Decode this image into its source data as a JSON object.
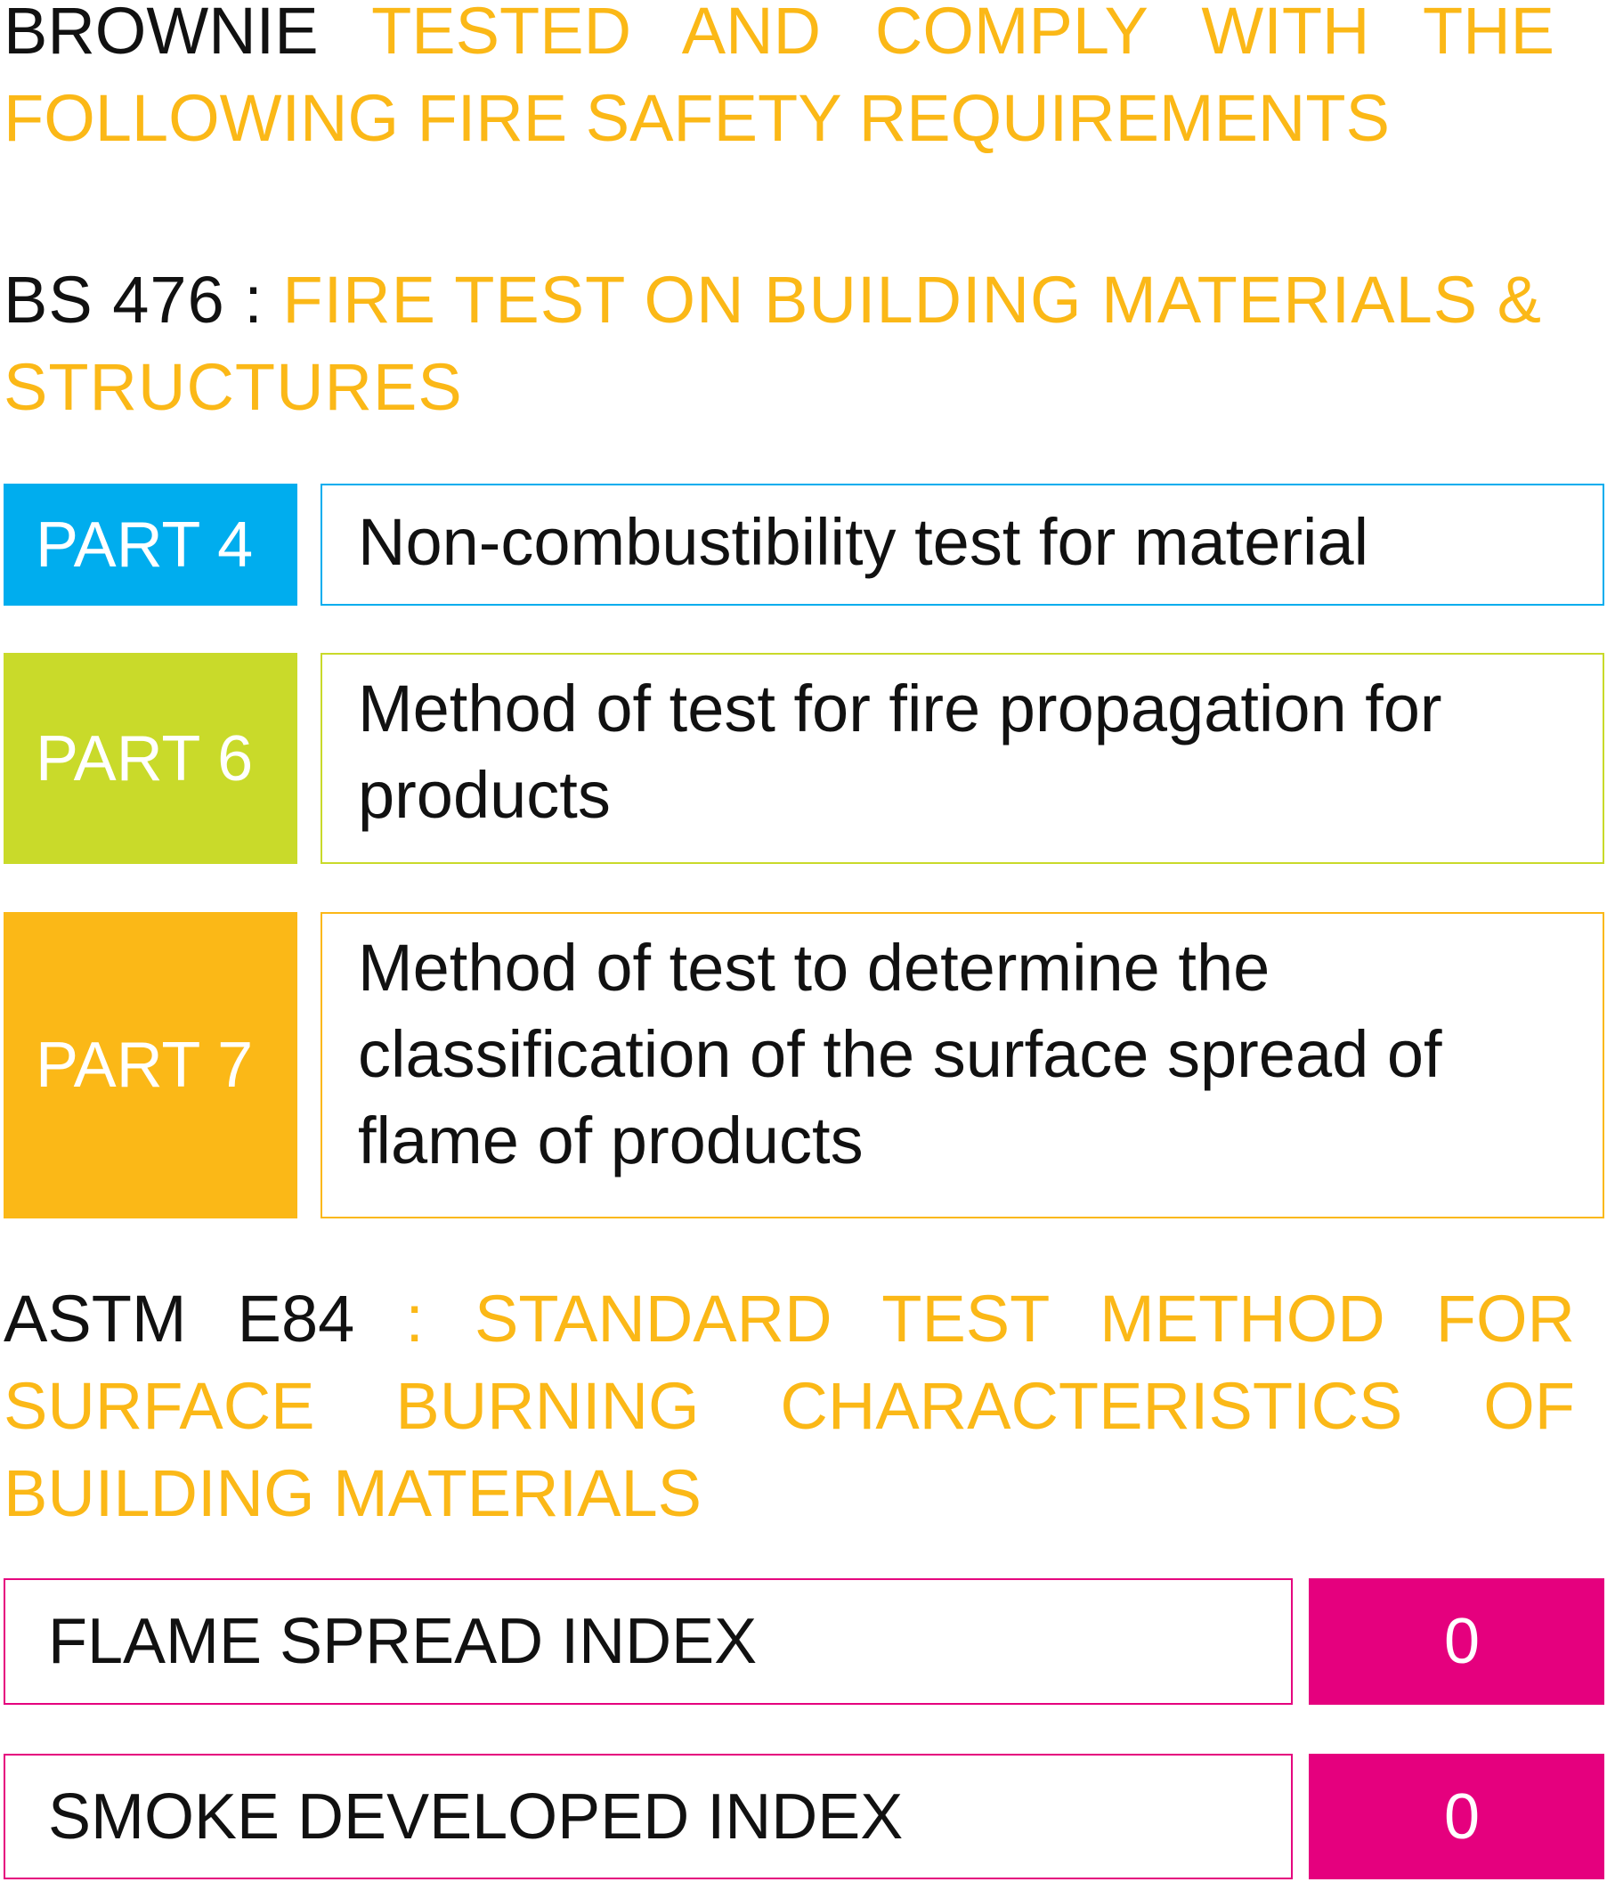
{
  "intro": {
    "brand": "BROWNIE",
    "text": "TESTED AND COMPLY WITH THE FOLLOWING FIRE SAFETY REQUIREMENTS"
  },
  "bs476": {
    "code": "BS 476 :",
    "title": "FIRE TEST ON BUILDING MATERIALS & STRUCTURES",
    "parts": [
      {
        "label": "PART 4",
        "description": "Non-combustibility test for material",
        "color": "#00adee"
      },
      {
        "label": "PART 6",
        "description": "Method of test for fire propagation for products",
        "color": "#c9da2a"
      },
      {
        "label": "PART 7",
        "description": "Method of test to determine the classification of the surface spread of flame of products",
        "color": "#fbb817"
      }
    ]
  },
  "astm": {
    "code": "ASTM E84",
    "separator": ":",
    "title": "STANDARD TEST METHOD FOR SURFACE BURNING CHARACTERISTICS OF BUILDING MATERIALS",
    "indices": [
      {
        "label": "FLAME SPREAD INDEX",
        "value": "0"
      },
      {
        "label": "SMOKE DEVELOPED INDEX",
        "value": "0"
      }
    ],
    "accent_color": "#e5007e"
  },
  "colors": {
    "heading": "#fbb817",
    "text_dark": "#111111"
  }
}
